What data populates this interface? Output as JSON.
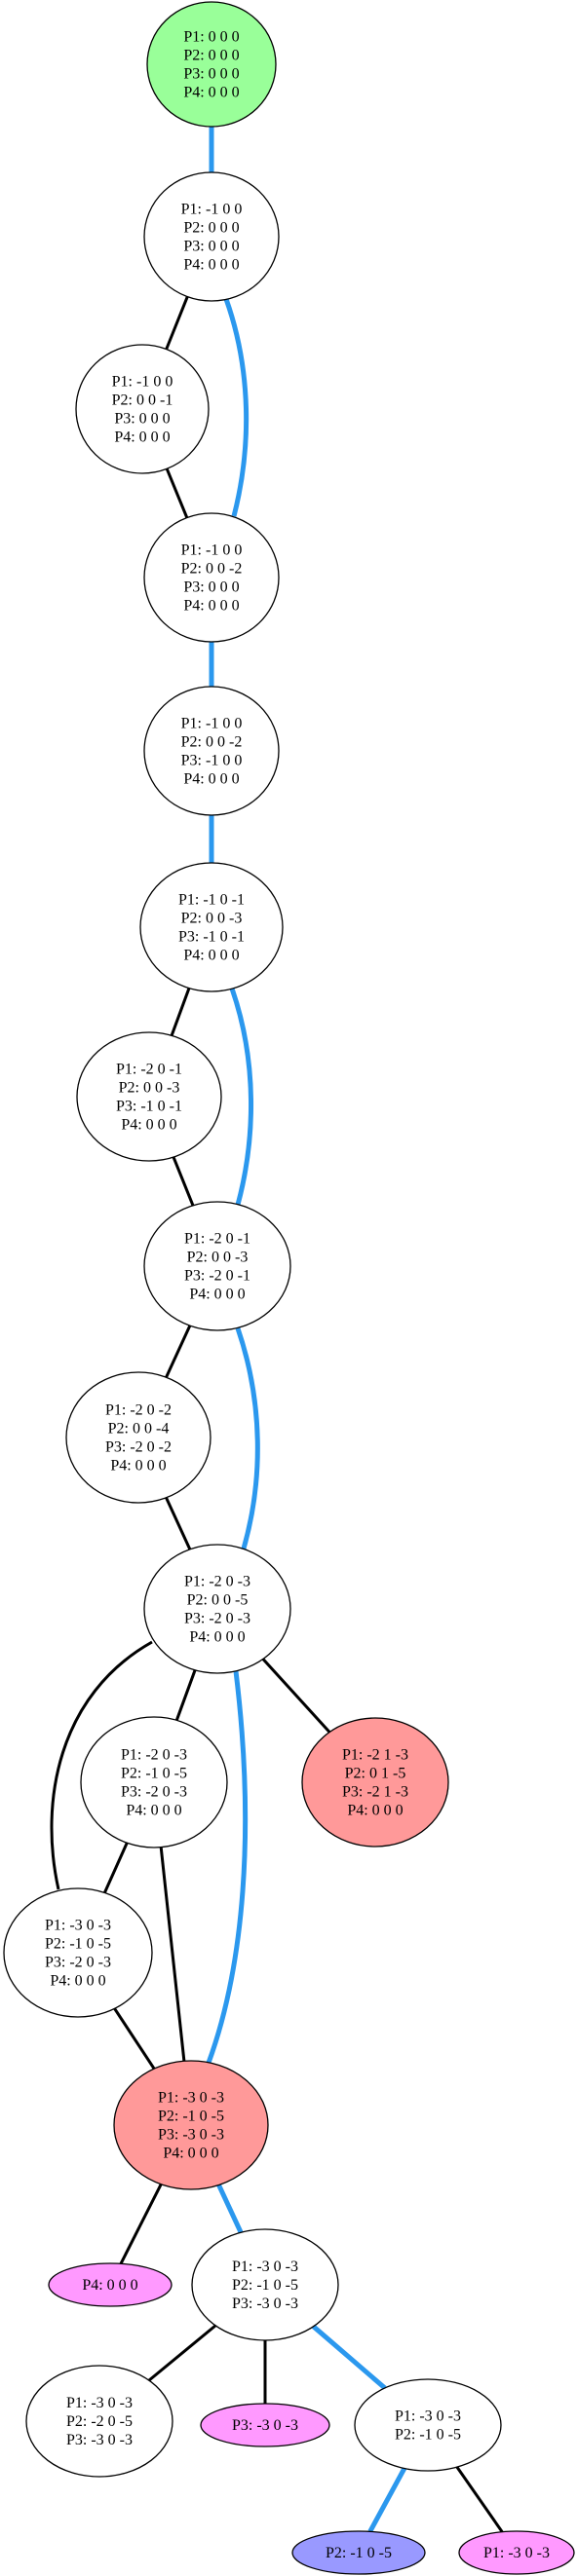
{
  "colors": {
    "start": "#99ff99",
    "fail": "#ff9999",
    "leaf_pink": "#ff99ff",
    "leaf_blue": "#9999ff",
    "default": "#ffffff",
    "edge_black": "#000000",
    "edge_blue": "#2b98ee"
  },
  "nodes": [
    {
      "id": "n1",
      "kind": "start",
      "lines": [
        "P1: 0 0 0",
        "P2: 0 0 0",
        "P3: 0 0 0",
        "P4: 0 0 0"
      ]
    },
    {
      "id": "n2",
      "kind": "default",
      "lines": [
        "P1: -1 0 0",
        "P2: 0 0 0",
        "P3: 0 0 0",
        "P4: 0 0 0"
      ]
    },
    {
      "id": "n3",
      "kind": "default",
      "lines": [
        "P1: -1 0 0",
        "P2: 0 0 -1",
        "P3: 0 0 0",
        "P4: 0 0 0"
      ]
    },
    {
      "id": "n4",
      "kind": "default",
      "lines": [
        "P1: -1 0 0",
        "P2: 0 0 -2",
        "P3: 0 0 0",
        "P4: 0 0 0"
      ]
    },
    {
      "id": "n5",
      "kind": "default",
      "lines": [
        "P1: -1 0 0",
        "P2: 0 0 -2",
        "P3: -1 0 0",
        "P4: 0 0 0"
      ]
    },
    {
      "id": "n6",
      "kind": "default",
      "lines": [
        "P1: -1 0 -1",
        "P2: 0 0 -3",
        "P3: -1 0 -1",
        "P4: 0 0 0"
      ]
    },
    {
      "id": "n7",
      "kind": "default",
      "lines": [
        "P1: -2 0 -1",
        "P2: 0 0 -3",
        "P3: -1 0 -1",
        "P4: 0 0 0"
      ]
    },
    {
      "id": "n8",
      "kind": "default",
      "lines": [
        "P1: -2 0 -1",
        "P2: 0 0 -3",
        "P3: -2 0 -1",
        "P4: 0 0 0"
      ]
    },
    {
      "id": "n9",
      "kind": "default",
      "lines": [
        "P1: -2 0 -2",
        "P2: 0 0 -4",
        "P3: -2 0 -2",
        "P4: 0 0 0"
      ]
    },
    {
      "id": "n10",
      "kind": "default",
      "lines": [
        "P1: -2 0 -3",
        "P2: 0 0 -5",
        "P3: -2 0 -3",
        "P4: 0 0 0"
      ]
    },
    {
      "id": "n11",
      "kind": "default",
      "lines": [
        "P1: -2 0 -3",
        "P2: -1 0 -5",
        "P3: -2 0 -3",
        "P4: 0 0 0"
      ]
    },
    {
      "id": "n12",
      "kind": "fail",
      "lines": [
        "P1: -2 1 -3",
        "P2: 0 1 -5",
        "P3: -2 1 -3",
        "P4: 0 0 0"
      ]
    },
    {
      "id": "n13",
      "kind": "default",
      "lines": [
        "P1: -3 0 -3",
        "P2: -1 0 -5",
        "P3: -2 0 -3",
        "P4: 0 0 0"
      ]
    },
    {
      "id": "n14",
      "kind": "fail",
      "lines": [
        "P1: -3 0 -3",
        "P2: -1 0 -5",
        "P3: -3 0 -3",
        "P4: 0 0 0"
      ]
    },
    {
      "id": "n15",
      "kind": "leaf_pink",
      "lines": [
        "P4: 0 0 0"
      ]
    },
    {
      "id": "n16",
      "kind": "default",
      "lines": [
        "P1: -3 0 -3",
        "P2: -1 0 -5",
        "P3: -3 0 -3"
      ]
    },
    {
      "id": "n17",
      "kind": "default",
      "lines": [
        "P1: -3 0 -3",
        "P2: -2 0 -5",
        "P3: -3 0 -3"
      ]
    },
    {
      "id": "n18",
      "kind": "leaf_pink",
      "lines": [
        "P3: -3 0 -3"
      ]
    },
    {
      "id": "n19",
      "kind": "default",
      "lines": [
        "P1: -3 0 -3",
        "P2: -1 0 -5"
      ]
    },
    {
      "id": "n20",
      "kind": "leaf_blue",
      "lines": [
        "P2: -1 0 -5"
      ]
    },
    {
      "id": "n21",
      "kind": "leaf_pink",
      "lines": [
        "P1: -3 0 -3"
      ]
    }
  ],
  "edges": [
    {
      "from": "n1",
      "to": "n2",
      "style": "blue"
    },
    {
      "from": "n2",
      "to": "n3",
      "style": "black"
    },
    {
      "from": "n3",
      "to": "n4",
      "style": "black"
    },
    {
      "from": "n2",
      "to": "n4",
      "style": "blue"
    },
    {
      "from": "n4",
      "to": "n5",
      "style": "blue"
    },
    {
      "from": "n5",
      "to": "n6",
      "style": "blue"
    },
    {
      "from": "n6",
      "to": "n7",
      "style": "black"
    },
    {
      "from": "n7",
      "to": "n8",
      "style": "black"
    },
    {
      "from": "n6",
      "to": "n8",
      "style": "blue"
    },
    {
      "from": "n8",
      "to": "n9",
      "style": "black"
    },
    {
      "from": "n9",
      "to": "n10",
      "style": "black"
    },
    {
      "from": "n8",
      "to": "n10",
      "style": "blue"
    },
    {
      "from": "n10",
      "to": "n11",
      "style": "black"
    },
    {
      "from": "n10",
      "to": "n12",
      "style": "black"
    },
    {
      "from": "n10",
      "to": "n13",
      "style": "black"
    },
    {
      "from": "n10",
      "to": "n14",
      "style": "blue"
    },
    {
      "from": "n11",
      "to": "n13",
      "style": "black"
    },
    {
      "from": "n11",
      "to": "n14",
      "style": "black"
    },
    {
      "from": "n13",
      "to": "n14",
      "style": "black"
    },
    {
      "from": "n14",
      "to": "n15",
      "style": "black"
    },
    {
      "from": "n14",
      "to": "n16",
      "style": "blue"
    },
    {
      "from": "n16",
      "to": "n17",
      "style": "black"
    },
    {
      "from": "n16",
      "to": "n18",
      "style": "black"
    },
    {
      "from": "n16",
      "to": "n19",
      "style": "blue"
    },
    {
      "from": "n19",
      "to": "n20",
      "style": "blue"
    },
    {
      "from": "n19",
      "to": "n21",
      "style": "black"
    }
  ]
}
